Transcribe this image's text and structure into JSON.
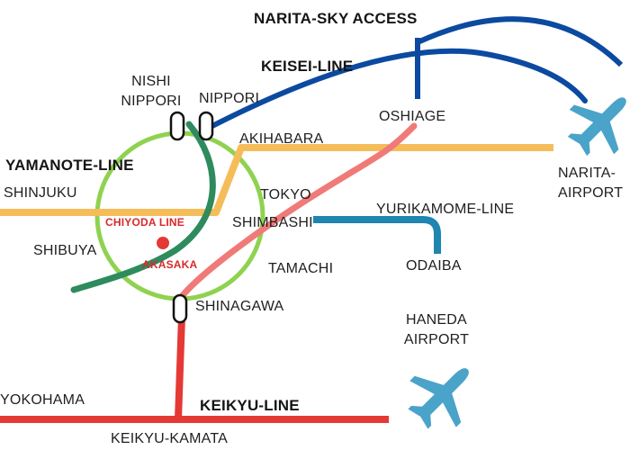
{
  "lines": {
    "narita_sky_access": {
      "label": "NARITA-SKY ACCESS",
      "color": "#0b4aa0"
    },
    "keisei": {
      "label": "KEISEI-LINE",
      "color": "#0b4aa0"
    },
    "yamanote": {
      "label": "YAMANOTE-LINE",
      "color": "#8fd24f"
    },
    "yurikamome": {
      "label": "YURIKAMOME-LINE",
      "color": "#1e86b0"
    },
    "keikyu": {
      "label": "KEIKYU-LINE",
      "color": "#e53935"
    },
    "chiyoda": {
      "label": "CHIYODA LINE",
      "color": "#2e8b5e"
    },
    "chuo": {
      "color": "#f5bd5a"
    },
    "asakusa": {
      "color": "#f07a78"
    }
  },
  "stations": {
    "nishi_nippori_line1": "NISHI",
    "nishi_nippori_line2": "NIPPORI",
    "nippori": "NIPPORI",
    "oshiage": "OSHIAGE",
    "akihabara": "AKIHABARA",
    "shinjuku": "SHINJUKU",
    "tokyo": "TOKYO",
    "shimbashi": "SHIMBASHI",
    "shibuya": "SHIBUYA",
    "akasaka": "AKASAKA",
    "tamachi": "TAMACHI",
    "odaiba": "ODAIBA",
    "shinagawa": "SHINAGAWA",
    "yokohama": "YOKOHAMA",
    "keikyu_kamata": "KEIKYU-KAMATA"
  },
  "airports": {
    "narita_line1": "NARITA-",
    "narita_line2": "AIRPORT",
    "haneda_line1": "HANEDA",
    "haneda_line2": "AIRPORT"
  },
  "icons": {
    "narita_plane": "airplane-icon",
    "haneda_plane": "airplane-icon",
    "plane_color": "#4aa3c9"
  }
}
